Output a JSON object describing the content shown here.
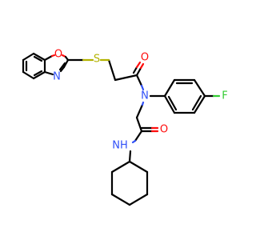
{
  "molecule": {
    "atoms": {
      "O_ring": {
        "label": "O",
        "color": "#ff0d0d"
      },
      "N_ring": {
        "label": "N",
        "color": "#3050f8"
      },
      "S": {
        "label": "S",
        "color": "#b3b300"
      },
      "O_carbonyl1": {
        "label": "O",
        "color": "#ff0d0d"
      },
      "N_amide": {
        "label": "N",
        "color": "#3050f8"
      },
      "F": {
        "label": "F",
        "color": "#33cc33"
      },
      "O_carbonyl2": {
        "label": "O",
        "color": "#ff0d0d"
      },
      "NH": {
        "label": "NH",
        "color": "#3050f8"
      }
    }
  }
}
